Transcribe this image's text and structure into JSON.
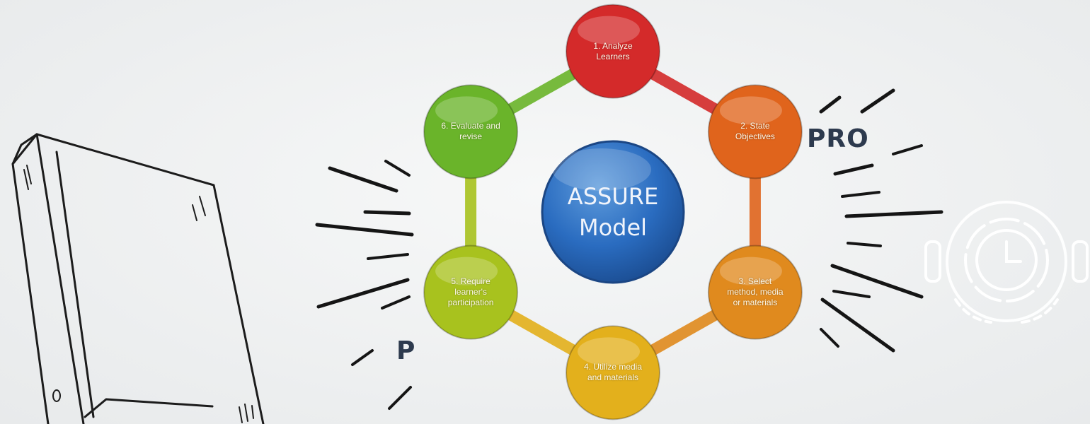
{
  "diagram": {
    "center": {
      "line1": "ASSURE",
      "line2": "Model"
    },
    "steps": [
      {
        "label": "1. Analyze Learners",
        "color": "#d42a2a"
      },
      {
        "label": "2. State Objectives",
        "color": "#e0641c"
      },
      {
        "label": "3. Select method, media or materials",
        "color": "#e08a1e"
      },
      {
        "label": "4. Utilize media and materials",
        "color": "#e3b01c"
      },
      {
        "label": "5. Require learner's participation",
        "color": "#a8c21e"
      },
      {
        "label": "6. Evaluate and revise",
        "color": "#6ab42a"
      }
    ]
  },
  "background": {
    "fragment_right": "PRO",
    "fragment_left": "P"
  },
  "icons": {
    "laptop": "laptop-sketch-icon",
    "support": "clock-headset-icon"
  }
}
